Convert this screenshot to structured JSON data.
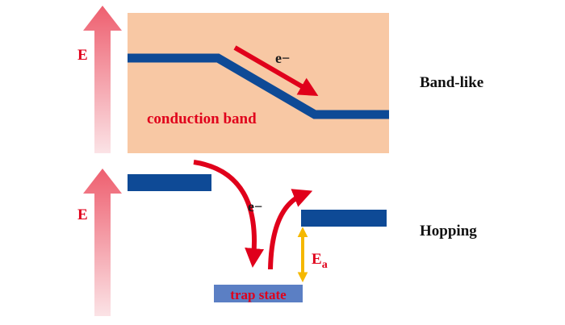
{
  "band_like": {
    "energy_label": "E",
    "electron_label": "e−",
    "band_label": "conduction band",
    "regime_label": "Band-like"
  },
  "hopping": {
    "energy_label": "E",
    "electron_label": "e−",
    "activation_label": "E",
    "activation_subscript": "a",
    "trap_label": "trap state",
    "regime_label": "Hopping"
  },
  "colors": {
    "band_blue": "#0e4a96",
    "red": "#e0001b",
    "band_fill": "#f8c8a4",
    "trap_fill": "#5b7fc4",
    "activation_yellow": "#f5b800",
    "arrow_pink": "#f06a78"
  }
}
